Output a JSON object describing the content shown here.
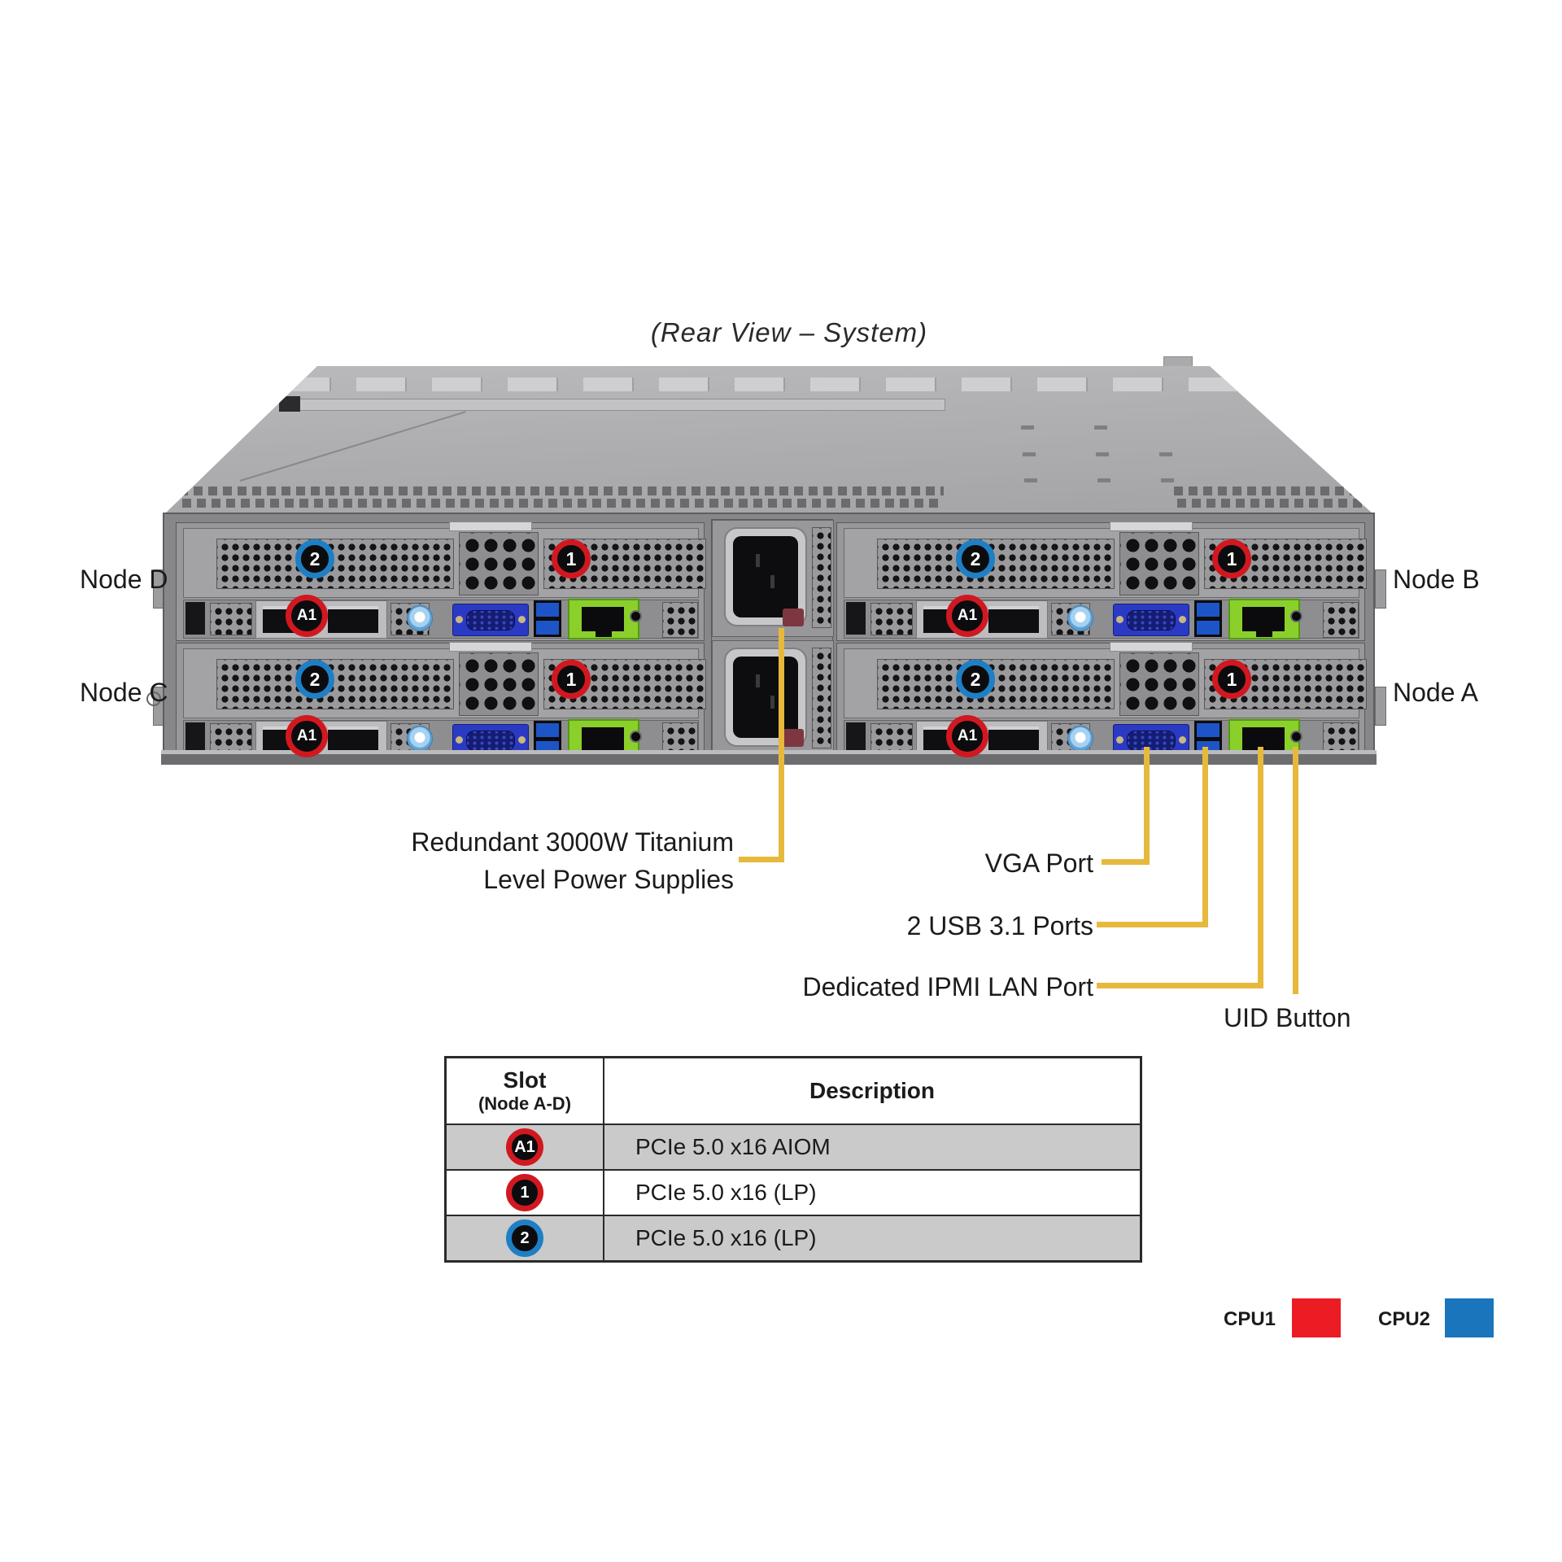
{
  "title": "(Rear View – System)",
  "nodes": {
    "d": "Node D",
    "c": "Node C",
    "b": "Node B",
    "a": "Node A"
  },
  "badges": {
    "slot2": "2",
    "slot1": "1",
    "aiom": "A1"
  },
  "callouts": {
    "psu_line1": "Redundant 3000W Titanium",
    "psu_line2": "Level Power Supplies",
    "vga": "VGA Port",
    "usb": "2 USB 3.1 Ports",
    "ipmi": "Dedicated IPMI LAN Port",
    "uid": "UID Button"
  },
  "table": {
    "header_slot_line1": "Slot",
    "header_slot_line2": "(Node A-D)",
    "header_description": "Description",
    "rows": [
      {
        "badge": "A1",
        "badge_color": "red",
        "description": "PCIe 5.0 x16 AIOM"
      },
      {
        "badge": "1",
        "badge_color": "red",
        "description": "PCIe 5.0 x16 (LP)"
      },
      {
        "badge": "2",
        "badge_color": "blue",
        "description": "PCIe 5.0 x16 (LP)"
      }
    ]
  },
  "legend": [
    {
      "label": "CPU1",
      "color": "#ec1c24"
    },
    {
      "label": "CPU2",
      "color": "#1b75bc"
    }
  ],
  "colors": {
    "callout_line": "#e6b93c",
    "badge_red": "#d11820",
    "badge_blue": "#1e7fc4"
  }
}
